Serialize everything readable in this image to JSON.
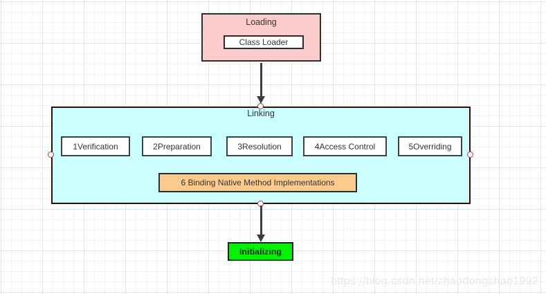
{
  "diagram": {
    "loading": {
      "title": "Loading",
      "child_label": "Class Loader"
    },
    "linking": {
      "title": "Linking",
      "steps": [
        "1Verification",
        "2Preparation",
        "3Resolution",
        "4Access Control",
        "5Overriding"
      ],
      "binding_label": "6 Binding Native Method Implementations"
    },
    "initializing": {
      "label": "Initializing"
    }
  },
  "watermark": "https://blog.csdn.net/zhaodongchao1992",
  "colors": {
    "loading_fill": "#fccbcb",
    "linking_fill": "#ccffff",
    "binding_fill": "#fbcb8e",
    "initializing_fill": "#00f400",
    "step_fill": "#ffffff",
    "edge_color": "#3c3c3c",
    "anchor_stroke": "#a6423a",
    "grid_minor": "#f2f2f2",
    "grid_major": "#e4e4e4"
  }
}
